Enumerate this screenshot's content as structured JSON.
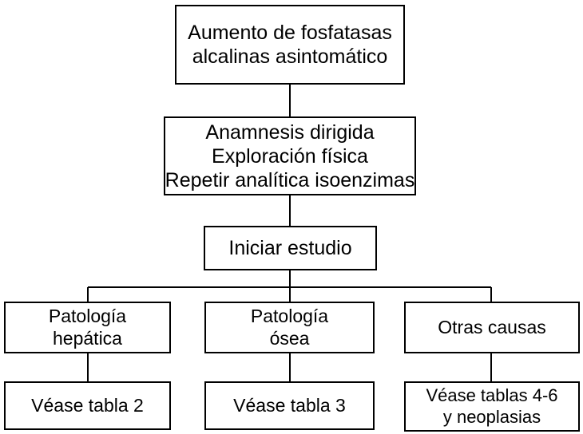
{
  "flowchart": {
    "root": {
      "lines": [
        "Aumento de fosfatasas",
        "alcalinas asintomático"
      ]
    },
    "step2": {
      "lines": [
        "Anamnesis dirigida",
        "Exploración física",
        "Repetir analítica isoenzimas"
      ]
    },
    "step3": {
      "label": "Iniciar estudio"
    },
    "branches": [
      {
        "cause": [
          "Patología",
          "hepática"
        ],
        "result": [
          "Véase tabla 2"
        ]
      },
      {
        "cause": [
          "Patología",
          "ósea"
        ],
        "result": [
          "Véase tabla 3"
        ]
      },
      {
        "cause": [
          "Otras causas"
        ],
        "result": [
          "Véase tablas 4-6",
          "y neoplasias"
        ]
      }
    ]
  }
}
